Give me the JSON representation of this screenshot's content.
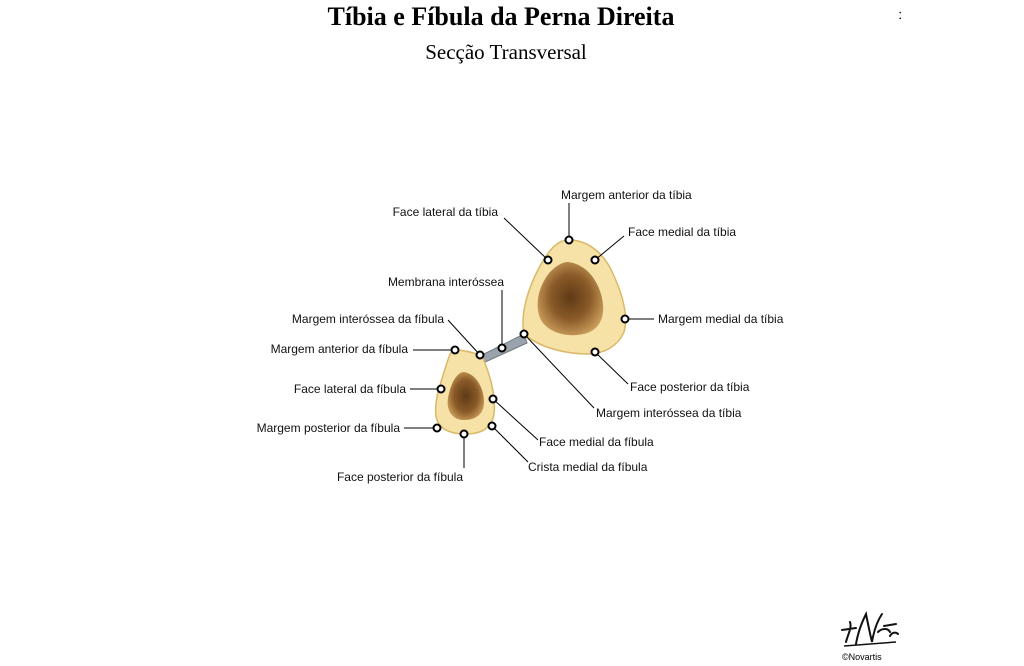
{
  "header": {
    "title": "Tíbia e Fíbula da Perna Direita",
    "subtitle": "Secção Transversal",
    "edge_mark": "ː"
  },
  "labels": {
    "tibia_anterior_margin": "Margem anterior da tíbia",
    "tibia_lateral_face": "Face lateral da tíbia",
    "tibia_medial_face": "Face medial da tíbia",
    "interosseous_membrane": "Membrana interóssea",
    "fibula_interosseous_margin": "Margem interóssea da fíbula",
    "tibia_medial_margin": "Margem medial da tíbia",
    "fibula_anterior_margin": "Margem anterior da fíbula",
    "tibia_posterior_face": "Face posterior da tíbia",
    "fibula_lateral_face": "Face lateral da fíbula",
    "tibia_interosseous_margin": "Margem interóssea da tíbia",
    "fibula_posterior_margin": "Margem posterior da fíbula",
    "fibula_medial_face": "Face medial da fíbula",
    "fibula_medial_crest": "Crista medial da fíbula",
    "fibula_posterior_face": "Face posterior da fíbula"
  },
  "footer": {
    "signature": "F. Netter",
    "copyright": "©Novartis"
  },
  "colors": {
    "cortex": "#f6e2a6",
    "cortex_edge": "#d9b86a",
    "marrow": "#8a5a28",
    "marrow_dark": "#5e3a16",
    "membrane": "#9aa2ab"
  }
}
